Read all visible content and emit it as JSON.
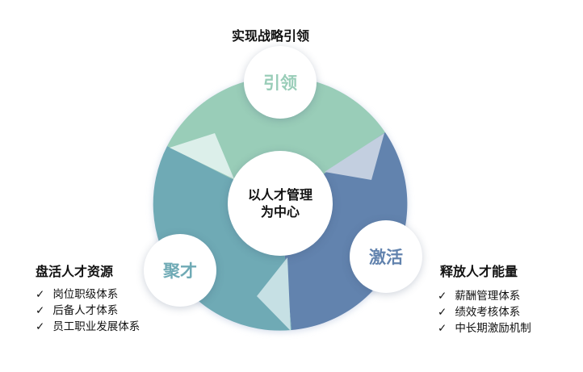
{
  "top_title": "实现战略引领",
  "center": {
    "line1": "以人才管理",
    "line2": "为中心"
  },
  "nodes": {
    "lead": {
      "label": "引领",
      "color": "#99cdb8"
    },
    "activate": {
      "label": "激活",
      "color": "#6283ae"
    },
    "gather": {
      "label": "聚才",
      "color": "#6faab5"
    }
  },
  "left_panel": {
    "title": "盘活人才资源",
    "items": [
      "岗位职级体系",
      "后备人才体系",
      "员工职业发展体系"
    ]
  },
  "right_panel": {
    "title": "释放人才能量",
    "items": [
      "薪酬管理体系",
      "绩效考核体系",
      "中长期激励机制"
    ]
  },
  "check": "✓"
}
